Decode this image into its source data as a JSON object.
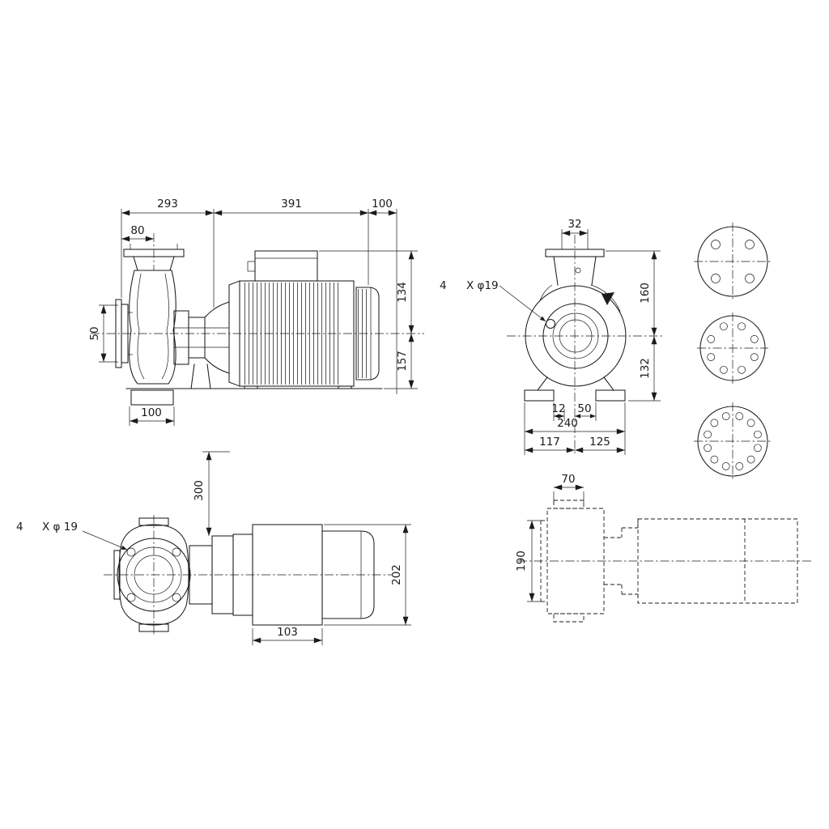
{
  "drawing": {
    "type": "pump-dimensional-drawing",
    "line_color": "#1b1b1b",
    "background": "#ffffff",
    "side_view": {
      "dim_pump_length": "293",
      "dim_motor_length": "391",
      "dim_clearance": "100",
      "dim_port_offset": "80",
      "dim_suction_bore": "50",
      "dim_center_to_top": "134",
      "dim_center_to_base": "157",
      "dim_foot_width": "100"
    },
    "end_view": {
      "dim_port": "32",
      "bolt_note_count": "4",
      "bolt_note_size": "X φ19",
      "dim_center_to_top": "160",
      "dim_center_to_base": "132",
      "dim_foot_slot": "12",
      "dim_foot_offset": "50",
      "dim_base_width": "240",
      "dim_base_left": "117",
      "dim_base_right": "125"
    },
    "plan_view": {
      "dim_clearance": "300",
      "bolt_note_count": "4",
      "bolt_note_size": "X φ 19",
      "dim_motor_diameter": "202",
      "dim_stator_length": "103"
    },
    "outline_view": {
      "dim_port_width": "70",
      "dim_flange_width": "190"
    },
    "flanges": {
      "top_hole_count": 4,
      "middle_hole_count": 8,
      "bottom_hole_count": 12
    }
  }
}
